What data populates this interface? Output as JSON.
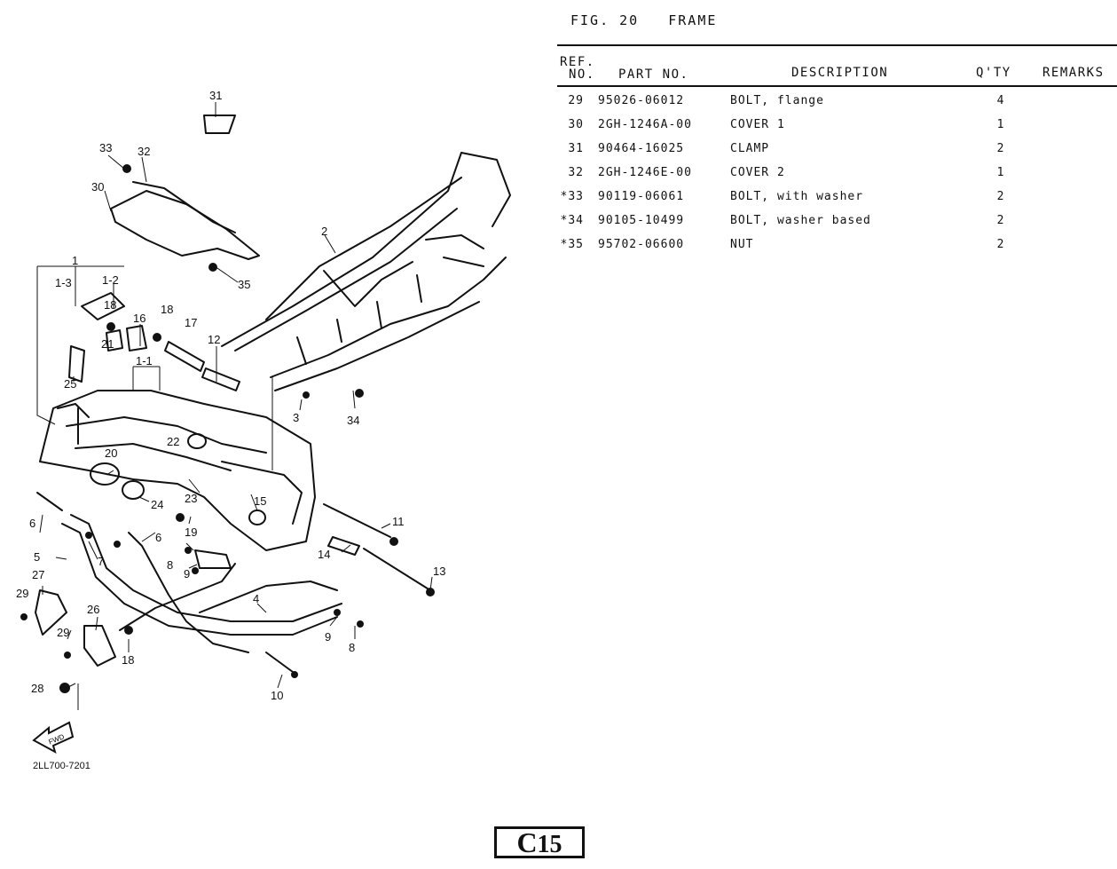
{
  "figure": {
    "label": "FIG. 20",
    "title": "FRAME"
  },
  "table": {
    "headers": {
      "ref_line1": "REF.",
      "ref_line2": "NO.",
      "part_no": "PART NO.",
      "description": "DESCRIPTION",
      "qty": "Q'TY",
      "remarks": "REMARKS"
    },
    "rows": [
      {
        "ref": "29",
        "part": "95026-06012",
        "desc": "BOLT, flange",
        "qty": "4"
      },
      {
        "ref": "30",
        "part": "2GH-1246A-00",
        "desc": "COVER 1",
        "qty": "1"
      },
      {
        "ref": "31",
        "part": "90464-16025",
        "desc": "CLAMP",
        "qty": "2"
      },
      {
        "ref": "32",
        "part": "2GH-1246E-00",
        "desc": "COVER 2",
        "qty": "1"
      },
      {
        "ref": "*33",
        "part": "90119-06061",
        "desc": "BOLT, with washer",
        "qty": "2"
      },
      {
        "ref": "*34",
        "part": "90105-10499",
        "desc": "BOLT, washer based",
        "qty": "2"
      },
      {
        "ref": "*35",
        "part": "95702-06600",
        "desc": "NUT",
        "qty": "2"
      }
    ]
  },
  "diagram": {
    "callouts": [
      "31",
      "33",
      "32",
      "30",
      "35",
      "2",
      "1",
      "1-3",
      "1-2",
      "16",
      "18",
      "18",
      "17",
      "12",
      "21",
      "25",
      "1-1",
      "3",
      "34",
      "22",
      "20",
      "24",
      "23",
      "15",
      "19",
      "11",
      "6",
      "7",
      "6",
      "8",
      "9",
      "5",
      "14",
      "13",
      "27",
      "29",
      "26",
      "29",
      "4",
      "9",
      "8",
      "18",
      "28",
      "10"
    ],
    "direction_label": "FWD",
    "drawing_code": "2LL700-7201"
  },
  "page_code": {
    "letter": "C",
    "number": "15"
  }
}
